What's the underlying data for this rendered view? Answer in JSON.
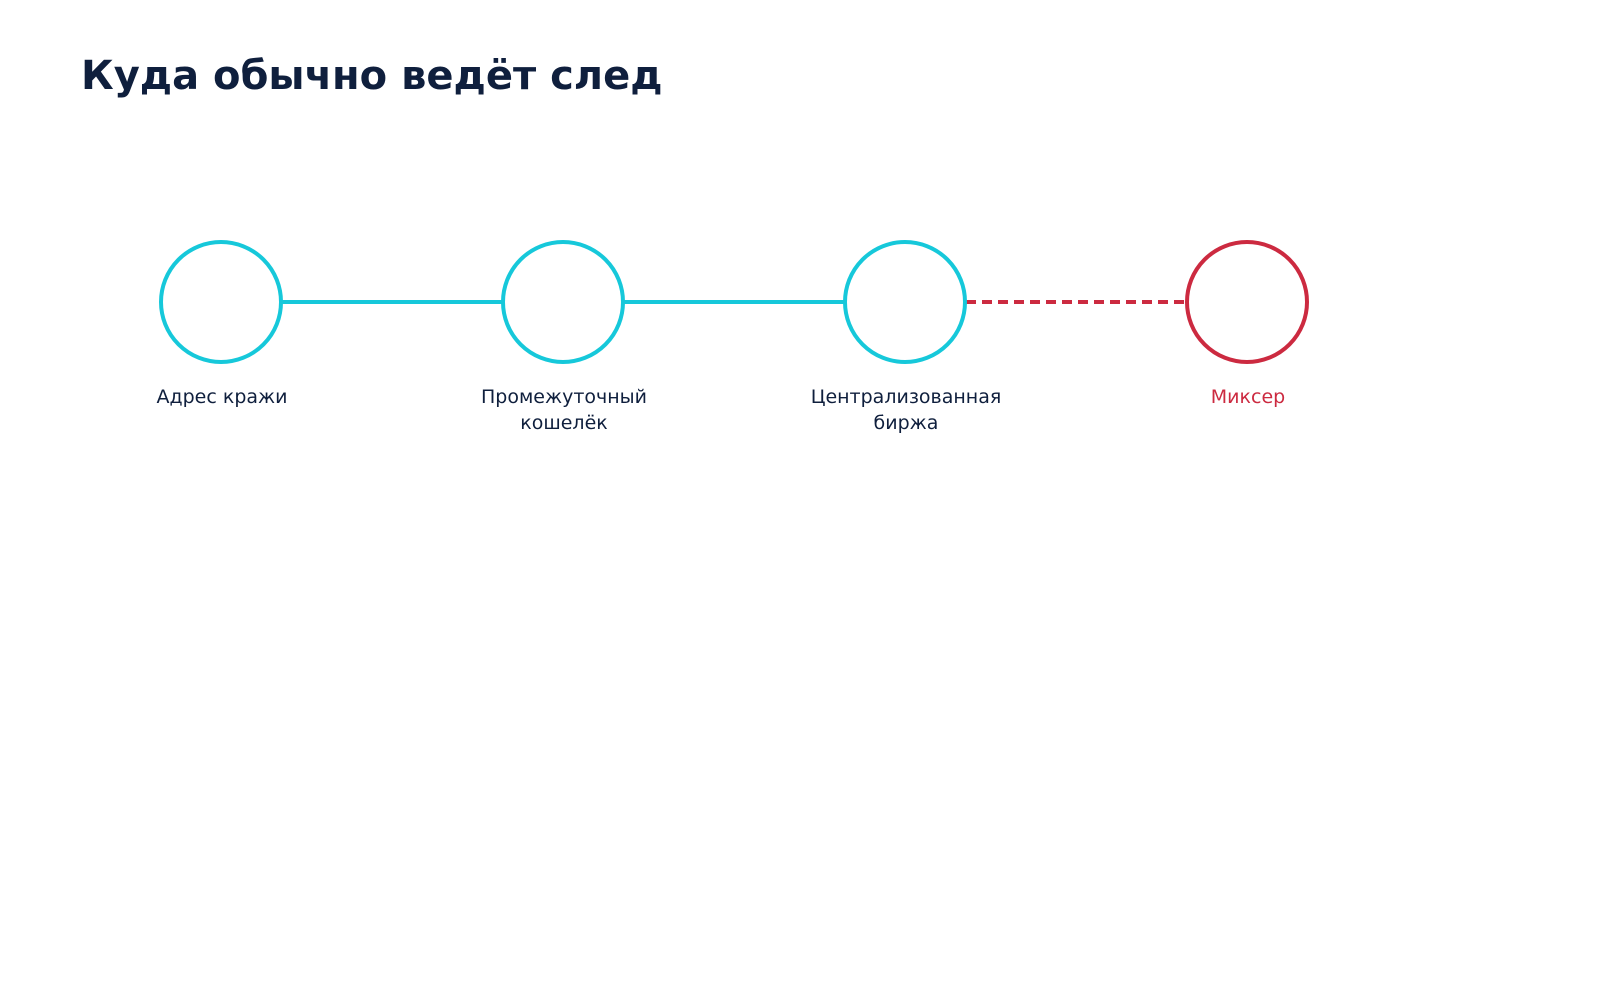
{
  "title": "Куда обычно ведёт след",
  "colors": {
    "text": "#0f1f3d",
    "node_default": "#16c8da",
    "node_final": "#cc2a40"
  },
  "nodes": [
    {
      "label": "Адрес кражи",
      "state": "default"
    },
    {
      "label": "Промежуточный кошелёк",
      "state": "default"
    },
    {
      "label": "Централизованная биржа",
      "state": "default"
    },
    {
      "label": "Миксер",
      "state": "final"
    }
  ],
  "edges": [
    {
      "from": 0,
      "to": 1,
      "style": "solid"
    },
    {
      "from": 1,
      "to": 2,
      "style": "solid"
    },
    {
      "from": 2,
      "to": 3,
      "style": "dashed"
    }
  ]
}
